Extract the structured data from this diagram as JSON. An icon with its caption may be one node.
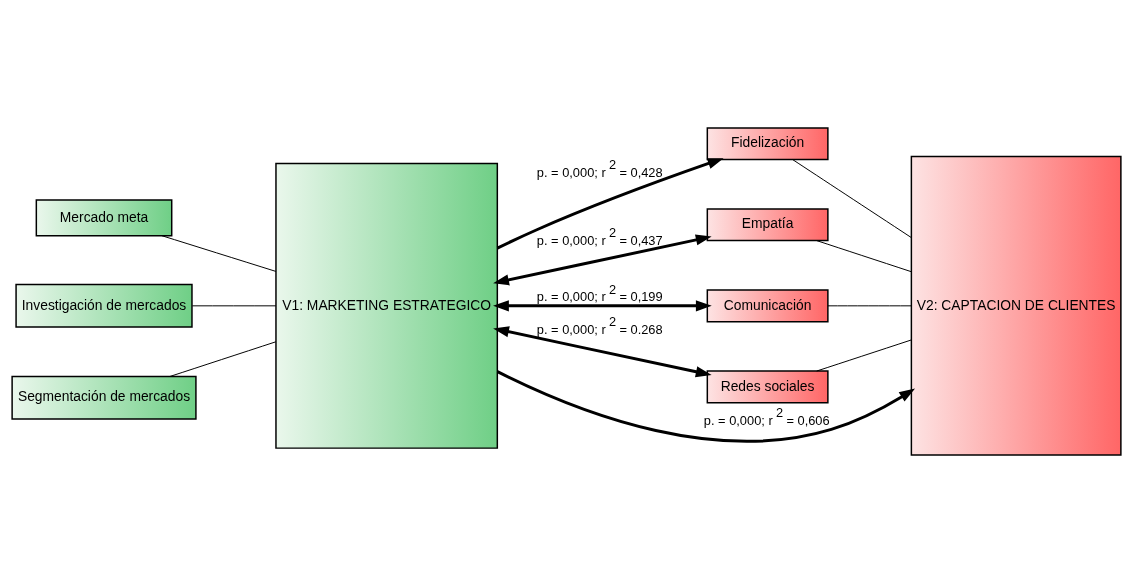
{
  "diagram": {
    "nodes": [
      {
        "text": [
          "Mercado meta"
        ]
      },
      {
        "text": [
          "Investigación de mercados"
        ]
      },
      {
        "text": [
          "Segmentación de mercados"
        ]
      },
      {
        "text": [
          "V1: MARKETING ESTRATEGICO"
        ]
      },
      {
        "text": [
          "Fidelización"
        ]
      },
      {
        "text": [
          "Empatía"
        ]
      },
      {
        "text": [
          "Comunicación"
        ]
      },
      {
        "text": [
          "Redes sociales"
        ]
      },
      {
        "text": [
          "V2: CAPTACION DE CLIENTES"
        ]
      }
    ],
    "edges": [
      {
        "from": 0,
        "to": 3,
        "arrow": "none"
      },
      {
        "from": 1,
        "to": 3,
        "arrow": "none"
      },
      {
        "from": 2,
        "to": 3,
        "arrow": "none"
      },
      {
        "from": 3,
        "to": 8,
        "arrow": "to",
        "style": "thick",
        "label": "p. = 0,000; r$^{2}$ = 0,606"
      },
      {
        "from": 3,
        "to": 4,
        "arrow": "to",
        "style": "thick",
        "label": "p. = 0,000; r$^{2}$ = 0,428"
      },
      {
        "from": 3,
        "to": 5,
        "arrow": "both",
        "style": "thick",
        "label": "p. = 0,000; r$^{2}$ = 0,437"
      },
      {
        "from": 3,
        "to": 6,
        "arrow": "both",
        "style": "thick",
        "label": "p. = 0,000; r$^{2}$ = 0,199"
      },
      {
        "from": 3,
        "to": 7,
        "arrow": "both",
        "style": "thick",
        "label": "p. = 0,000; r$^{2}$ = 0.268"
      },
      {
        "from": 4,
        "to": 8,
        "arrow": "none"
      },
      {
        "from": 5,
        "to": 8,
        "arrow": "none"
      },
      {
        "from": 6,
        "to": 8,
        "arrow": "none"
      },
      {
        "from": 7,
        "to": 8,
        "arrow": "none"
      }
    ]
  }
}
